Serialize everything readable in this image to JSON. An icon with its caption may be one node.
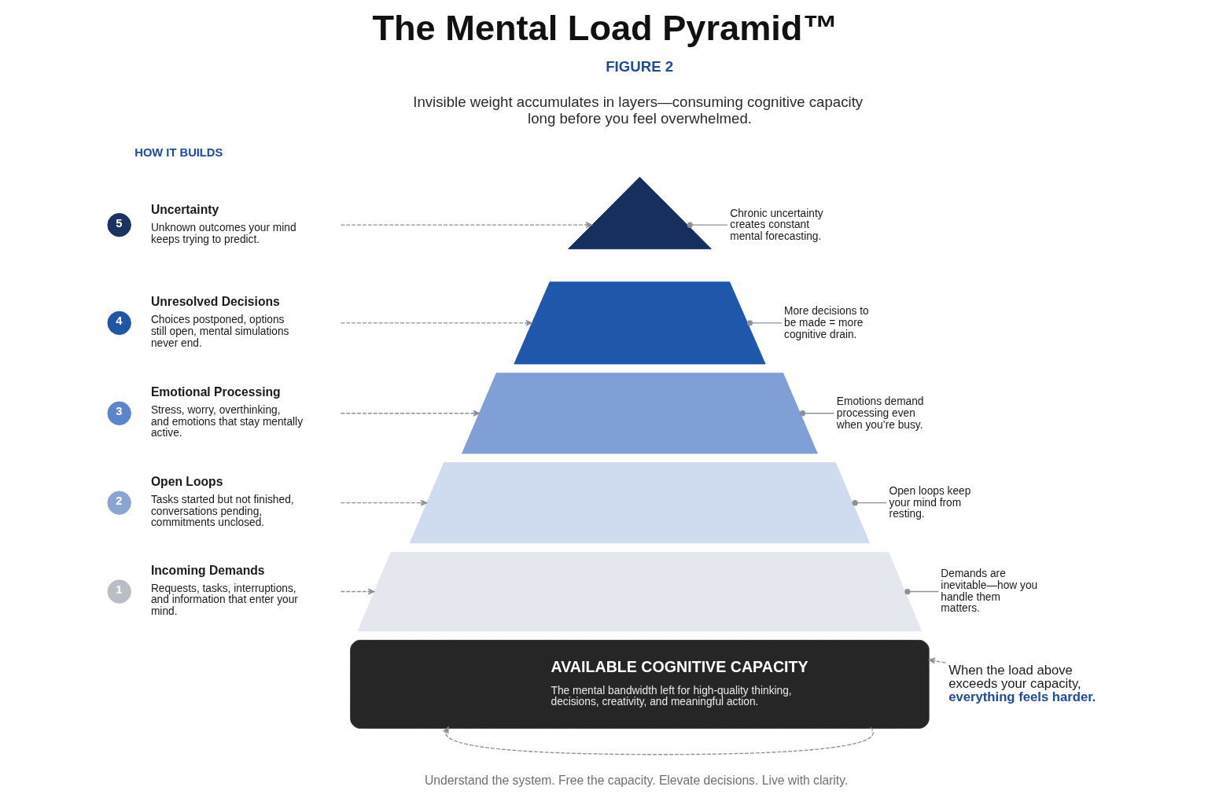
{
  "diagram": {
    "title": "The Mental Load Pyramid™",
    "nodes": [
      {
        "text": [
          "5"
        ]
      },
      {
        "text": [
          "Uncertainty",
          "Unknown outcomes your mind keeps trying to predict."
        ]
      },
      {
        "text": [],
        "shape": "triangle"
      },
      {
        "text": [
          "Chronic uncertainty creates constant mental forecasting."
        ]
      },
      {
        "text": [
          "4"
        ]
      },
      {
        "text": [
          "Unresolved Decisions",
          "Choices postponed, options still open, mental simulations never end."
        ]
      },
      {
        "text": [],
        "shape": "trapezoid"
      },
      {
        "text": [
          "More decisions to be made = more cognitive drain."
        ]
      },
      {
        "text": [
          "3"
        ]
      },
      {
        "text": [
          "Emotional Processing",
          "Stress, worry, overthinking, and emotions that stay mentally active."
        ]
      },
      {
        "text": [],
        "shape": "trapezoid"
      },
      {
        "text": [
          "Emotions demand processing even when you’re busy."
        ]
      },
      {
        "text": [
          "2"
        ]
      },
      {
        "text": [
          "Open Loops",
          "Tasks started but not finished, conversations pending, commitments unclosed."
        ]
      },
      {
        "text": [],
        "shape": "trapezoid"
      },
      {
        "text": [
          "Open loops keep your mind from resting."
        ]
      },
      {
        "text": [
          "1"
        ]
      },
      {
        "text": [
          "Incoming Demands",
          "Requests, tasks, interruptions, and information that enter your mind."
        ]
      },
      {
        "text": [],
        "shape": "trapezoid"
      },
      {
        "text": [
          "Demands are inevitable—how you handle them matters."
        ]
      },
      {
        "text": [
          "AVAILABLE COGNITIVE CAPACITY",
          "The mental bandwidth left for high-quality thinking, decisions, creativity, and meaningful action."
        ]
      },
      {
        "text": [
          "When the load above exceeds your capacity,",
          "everything feels harder."
        ]
      }
    ],
    "edges": [
      {
        "from": 1,
        "to": 2,
        "arrow": "to",
        "style": "dashed"
      },
      {
        "from": 2,
        "to": 3,
        "arrow": "other"
      },
      {
        "from": 5,
        "to": 6,
        "arrow": "to",
        "style": "dashed"
      },
      {
        "from": 6,
        "to": 7,
        "arrow": "other"
      },
      {
        "from": 9,
        "to": 10,
        "arrow": "to",
        "style": "dashed"
      },
      {
        "from": 10,
        "to": 11,
        "arrow": "other"
      },
      {
        "from": 13,
        "to": 14,
        "arrow": "to",
        "style": "dashed"
      },
      {
        "from": 14,
        "to": 15,
        "arrow": "other"
      },
      {
        "from": 17,
        "to": 18,
        "arrow": "to",
        "style": "dashed"
      },
      {
        "from": 18,
        "to": 19,
        "arrow": "other"
      },
      {
        "from": 20,
        "to": 20,
        "arrow": "to",
        "style": "dashed"
      },
      {
        "from": 21,
        "to": 20,
        "arrow": "to",
        "style": "dashed"
      }
    ],
    "labels": [
      "FIGURE 2",
      "Invisible weight accumulates in layers—consuming cognitive capacity long before you feel overwhelmed.",
      "HOW IT BUILDS",
      "Understand the system. Free the capacity. Elevate decisions. Live with clarity."
    ]
  }
}
